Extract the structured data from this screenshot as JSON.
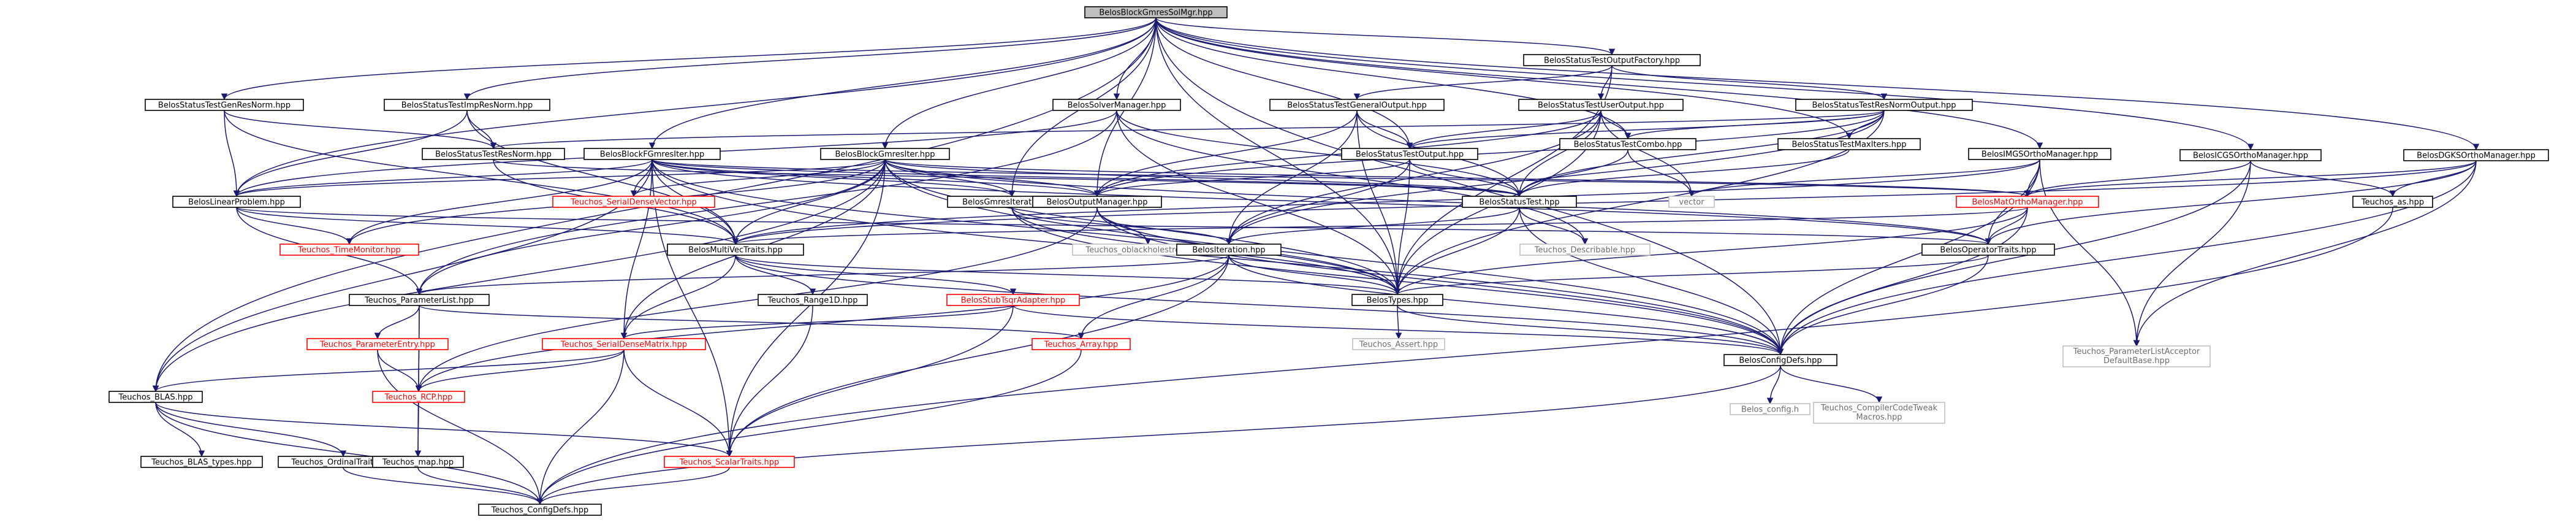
{
  "diagram": {
    "nodes": [
      {
        "id": "root",
        "label": "BelosBlockGmresSolMgr.hpp",
        "kind": "root"
      },
      {
        "id": "genResNorm",
        "label": "BelosStatusTestGenResNorm.hpp",
        "kind": "linked"
      },
      {
        "id": "impResNorm",
        "label": "BelosStatusTestImpResNorm.hpp",
        "kind": "linked"
      },
      {
        "id": "solverManager",
        "label": "BelosSolverManager.hpp",
        "kind": "linked"
      },
      {
        "id": "outputFactory",
        "label": "BelosStatusTestOutputFactory.hpp",
        "kind": "linked"
      },
      {
        "id": "generalOutput",
        "label": "BelosStatusTestGeneralOutput.hpp",
        "kind": "linked"
      },
      {
        "id": "userOutput",
        "label": "BelosStatusTestUserOutput.hpp",
        "kind": "linked"
      },
      {
        "id": "resNormOutput",
        "label": "BelosStatusTestResNormOutput.hpp",
        "kind": "linked"
      },
      {
        "id": "icgs",
        "label": "BelosICGSOrthoManager.hpp",
        "kind": "linked"
      },
      {
        "id": "dgks",
        "label": "BelosDGKSOrthoManager.hpp",
        "kind": "linked"
      },
      {
        "id": "resNorm",
        "label": "BelosStatusTestResNorm.hpp",
        "kind": "linked"
      },
      {
        "id": "blockFGmresIter",
        "label": "BelosBlockFGmresIter.hpp",
        "kind": "linked"
      },
      {
        "id": "blockGmresIter",
        "label": "BelosBlockGmresIter.hpp",
        "kind": "linked"
      },
      {
        "id": "testOutput",
        "label": "BelosStatusTestOutput.hpp",
        "kind": "linked"
      },
      {
        "id": "testCombo",
        "label": "BelosStatusTestCombo.hpp",
        "kind": "linked"
      },
      {
        "id": "maxIters",
        "label": "BelosStatusTestMaxIters.hpp",
        "kind": "linked"
      },
      {
        "id": "imgs",
        "label": "BelosIMGSOrthoManager.hpp",
        "kind": "linked"
      },
      {
        "id": "linearProblem",
        "label": "BelosLinearProblem.hpp",
        "kind": "linked"
      },
      {
        "id": "serialDenseVector",
        "label": "Teuchos_SerialDenseVector.hpp",
        "kind": "red"
      },
      {
        "id": "gmresIteration",
        "label": "BelosGmresIteration.hpp",
        "kind": "linked"
      },
      {
        "id": "outputManager",
        "label": "BelosOutputManager.hpp",
        "kind": "linked"
      },
      {
        "id": "statusTest",
        "label": "BelosStatusTest.hpp",
        "kind": "linked"
      },
      {
        "id": "vector",
        "label": "vector",
        "kind": "ext"
      },
      {
        "id": "matOrtho",
        "label": "BelosMatOrthoManager.hpp",
        "kind": "red"
      },
      {
        "id": "asHpp",
        "label": "Teuchos_as.hpp",
        "kind": "linked"
      },
      {
        "id": "timeMonitor",
        "label": "Teuchos_TimeMonitor.hpp",
        "kind": "red"
      },
      {
        "id": "multiVecTraits",
        "label": "BelosMultiVecTraits.hpp",
        "kind": "linked"
      },
      {
        "id": "oblackhole",
        "label": "Teuchos_oblackholestream.hpp",
        "kind": "ext"
      },
      {
        "id": "iteration",
        "label": "BelosIteration.hpp",
        "kind": "linked"
      },
      {
        "id": "describable",
        "label": "Teuchos_Describable.hpp",
        "kind": "ext"
      },
      {
        "id": "operatorTraits",
        "label": "BelosOperatorTraits.hpp",
        "kind": "linked"
      },
      {
        "id": "parameterList",
        "label": "Teuchos_ParameterList.hpp",
        "kind": "linked"
      },
      {
        "id": "rangeId",
        "label": "Teuchos_Range1D.hpp",
        "kind": "linked"
      },
      {
        "id": "stubTsqr",
        "label": "BelosStubTsqrAdapter.hpp",
        "kind": "red"
      },
      {
        "id": "types",
        "label": "BelosTypes.hpp",
        "kind": "linked"
      },
      {
        "id": "parameterEntry",
        "label": "Teuchos_ParameterEntry.hpp",
        "kind": "red"
      },
      {
        "id": "serialDenseMatrix",
        "label": "Teuchos_SerialDenseMatrix.hpp",
        "kind": "red"
      },
      {
        "id": "arrayHpp",
        "label": "Teuchos_Array.hpp",
        "kind": "red"
      },
      {
        "id": "asset",
        "label": "Teuchos_Assert.hpp",
        "kind": "ext"
      },
      {
        "id": "configDefs",
        "label": "BelosConfigDefs.hpp",
        "kind": "linked"
      },
      {
        "id": "plAcceptor",
        "label": "Teuchos_ParameterListAcceptor DefaultBase.hpp",
        "kind": "ext"
      },
      {
        "id": "blas",
        "label": "Teuchos_BLAS.hpp",
        "kind": "linked"
      },
      {
        "id": "rcp",
        "label": "Teuchos_RCP.hpp",
        "kind": "red"
      },
      {
        "id": "belosConfig",
        "label": "Belos_config.h",
        "kind": "ext"
      },
      {
        "id": "compilerTweak",
        "label": "Teuchos_CompilerCodeTweak Macros.hpp",
        "kind": "ext"
      },
      {
        "id": "blasTypes",
        "label": "Teuchos_BLAS_types.hpp",
        "kind": "linked"
      },
      {
        "id": "ordinalTraits",
        "label": "Teuchos_OrdinalTraits.hpp",
        "kind": "linked"
      },
      {
        "id": "mapHpp",
        "label": "Teuchos_map.hpp",
        "kind": "linked"
      },
      {
        "id": "scalarTraits",
        "label": "Teuchos_ScalarTraits.hpp",
        "kind": "red"
      },
      {
        "id": "teuchosConfigDefs",
        "label": "Teuchos_ConfigDefs.hpp",
        "kind": "linked"
      }
    ],
    "edges": [
      [
        "root",
        "genResNorm"
      ],
      [
        "root",
        "impResNorm"
      ],
      [
        "root",
        "solverManager"
      ],
      [
        "root",
        "outputFactory"
      ],
      [
        "root",
        "icgs"
      ],
      [
        "root",
        "dgks"
      ],
      [
        "root",
        "imgs"
      ],
      [
        "root",
        "blockFGmresIter"
      ],
      [
        "root",
        "blockGmresIter"
      ],
      [
        "root",
        "testOutput"
      ],
      [
        "root",
        "testCombo"
      ],
      [
        "root",
        "maxIters"
      ],
      [
        "root",
        "linearProblem"
      ],
      [
        "root",
        "outputManager"
      ],
      [
        "root",
        "types"
      ],
      [
        "root",
        "configDefs"
      ],
      [
        "root",
        "blas"
      ],
      [
        "root",
        "gmresIteration"
      ],
      [
        "genResNorm",
        "linearProblem"
      ],
      [
        "genResNorm",
        "resNorm"
      ],
      [
        "genResNorm",
        "multiVecTraits"
      ],
      [
        "impResNorm",
        "resNorm"
      ],
      [
        "impResNorm",
        "linearProblem"
      ],
      [
        "impResNorm",
        "multiVecTraits"
      ],
      [
        "solverManager",
        "linearProblem"
      ],
      [
        "solverManager",
        "types"
      ],
      [
        "solverManager",
        "parameterList"
      ],
      [
        "solverManager",
        "describable"
      ],
      [
        "solverManager",
        "statusTest"
      ],
      [
        "outputFactory",
        "generalOutput"
      ],
      [
        "outputFactory",
        "userOutput"
      ],
      [
        "outputFactory",
        "resNormOutput"
      ],
      [
        "outputFactory",
        "types"
      ],
      [
        "generalOutput",
        "testOutput"
      ],
      [
        "generalOutput",
        "outputManager"
      ],
      [
        "generalOutput",
        "iteration"
      ],
      [
        "generalOutput",
        "statusTest"
      ],
      [
        "generalOutput",
        "types"
      ],
      [
        "userOutput",
        "testOutput"
      ],
      [
        "userOutput",
        "testCombo"
      ],
      [
        "userOutput",
        "statusTest"
      ],
      [
        "userOutput",
        "iteration"
      ],
      [
        "userOutput",
        "types"
      ],
      [
        "userOutput",
        "vector"
      ],
      [
        "userOutput",
        "outputManager"
      ],
      [
        "resNormOutput",
        "testOutput"
      ],
      [
        "resNormOutput",
        "testCombo"
      ],
      [
        "resNormOutput",
        "maxIters"
      ],
      [
        "resNormOutput",
        "resNorm"
      ],
      [
        "resNormOutput",
        "statusTest"
      ],
      [
        "resNormOutput",
        "iteration"
      ],
      [
        "resNormOutput",
        "types"
      ],
      [
        "resNormOutput",
        "outputManager"
      ],
      [
        "icgs",
        "matOrtho"
      ],
      [
        "icgs",
        "asHpp"
      ],
      [
        "icgs",
        "configDefs"
      ],
      [
        "icgs",
        "plAcceptor"
      ],
      [
        "dgks",
        "matOrtho"
      ],
      [
        "dgks",
        "asHpp"
      ],
      [
        "dgks",
        "configDefs"
      ],
      [
        "dgks",
        "plAcceptor"
      ],
      [
        "dgks",
        "multiVecTraits"
      ],
      [
        "dgks",
        "operatorTraits"
      ],
      [
        "imgs",
        "matOrtho"
      ],
      [
        "imgs",
        "configDefs"
      ],
      [
        "imgs",
        "multiVecTraits"
      ],
      [
        "imgs",
        "operatorTraits"
      ],
      [
        "imgs",
        "plAcceptor"
      ],
      [
        "imgs",
        "vector"
      ],
      [
        "resNorm",
        "statusTest"
      ],
      [
        "resNorm",
        "multiVecTraits"
      ],
      [
        "blockFGmresIter",
        "linearProblem"
      ],
      [
        "blockFGmresIter",
        "serialDenseVector"
      ],
      [
        "blockFGmresIter",
        "gmresIteration"
      ],
      [
        "blockFGmresIter",
        "multiVecTraits"
      ],
      [
        "blockFGmresIter",
        "timeMonitor"
      ],
      [
        "blockFGmresIter",
        "serialDenseMatrix"
      ],
      [
        "blockFGmresIter",
        "blas"
      ],
      [
        "blockFGmresIter",
        "scalarTraits"
      ],
      [
        "blockFGmresIter",
        "matOrtho"
      ],
      [
        "blockFGmresIter",
        "outputManager"
      ],
      [
        "blockFGmresIter",
        "statusTest"
      ],
      [
        "blockFGmresIter",
        "operatorTraits"
      ],
      [
        "blockFGmresIter",
        "types"
      ],
      [
        "blockFGmresIter",
        "configDefs"
      ],
      [
        "blockGmresIter",
        "linearProblem"
      ],
      [
        "blockGmresIter",
        "serialDenseVector"
      ],
      [
        "blockGmresIter",
        "gmresIteration"
      ],
      [
        "blockGmresIter",
        "multiVecTraits"
      ],
      [
        "blockGmresIter",
        "timeMonitor"
      ],
      [
        "blockGmresIter",
        "serialDenseMatrix"
      ],
      [
        "blockGmresIter",
        "blas"
      ],
      [
        "blockGmresIter",
        "scalarTraits"
      ],
      [
        "blockGmresIter",
        "matOrtho"
      ],
      [
        "blockGmresIter",
        "outputManager"
      ],
      [
        "blockGmresIter",
        "statusTest"
      ],
      [
        "blockGmresIter",
        "operatorTraits"
      ],
      [
        "blockGmresIter",
        "types"
      ],
      [
        "blockGmresIter",
        "configDefs"
      ],
      [
        "blockGmresIter",
        "parameterList"
      ],
      [
        "testOutput",
        "statusTest"
      ],
      [
        "testOutput",
        "iteration"
      ],
      [
        "testOutput",
        "outputManager"
      ],
      [
        "testOutput",
        "types"
      ],
      [
        "testCombo",
        "statusTest"
      ],
      [
        "testCombo",
        "vector"
      ],
      [
        "maxIters",
        "statusTest"
      ],
      [
        "linearProblem",
        "multiVecTraits"
      ],
      [
        "linearProblem",
        "operatorTraits"
      ],
      [
        "linearProblem",
        "timeMonitor"
      ],
      [
        "linearProblem",
        "parameterList"
      ],
      [
        "gmresIteration",
        "iteration"
      ],
      [
        "gmresIteration",
        "types"
      ],
      [
        "gmresIteration",
        "configDefs"
      ],
      [
        "outputManager",
        "types"
      ],
      [
        "outputManager",
        "oblackhole"
      ],
      [
        "outputManager",
        "configDefs"
      ],
      [
        "outputManager",
        "rcp"
      ],
      [
        "statusTest",
        "types"
      ],
      [
        "statusTest",
        "iteration"
      ],
      [
        "statusTest",
        "describable"
      ],
      [
        "statusTest",
        "configDefs"
      ],
      [
        "matOrtho",
        "multiVecTraits"
      ],
      [
        "matOrtho",
        "operatorTraits"
      ],
      [
        "matOrtho",
        "types"
      ],
      [
        "matOrtho",
        "configDefs"
      ],
      [
        "asHpp",
        "teuchosConfigDefs"
      ],
      [
        "multiVecTraits",
        "types"
      ],
      [
        "multiVecTraits",
        "rangeId"
      ],
      [
        "multiVecTraits",
        "stubTsqr"
      ],
      [
        "multiVecTraits",
        "serialDenseMatrix"
      ],
      [
        "multiVecTraits",
        "configDefs"
      ],
      [
        "iteration",
        "types"
      ],
      [
        "iteration",
        "parameterList"
      ],
      [
        "iteration",
        "configDefs"
      ],
      [
        "iteration",
        "arrayHpp"
      ],
      [
        "iteration",
        "rcp"
      ],
      [
        "iteration",
        "scalarTraits"
      ],
      [
        "operatorTraits",
        "types"
      ],
      [
        "operatorTraits",
        "configDefs"
      ],
      [
        "parameterList",
        "parameterEntry"
      ],
      [
        "parameterList",
        "rcp"
      ],
      [
        "parameterList",
        "mapHpp"
      ],
      [
        "parameterList",
        "arrayHpp"
      ],
      [
        "rangeId",
        "scalarTraits"
      ],
      [
        "stubTsqr",
        "serialDenseMatrix"
      ],
      [
        "stubTsqr",
        "scalarTraits"
      ],
      [
        "stubTsqr",
        "configDefs"
      ],
      [
        "types",
        "asset"
      ],
      [
        "types",
        "configDefs"
      ],
      [
        "parameterEntry",
        "rcp"
      ],
      [
        "parameterEntry",
        "teuchosConfigDefs"
      ],
      [
        "serialDenseMatrix",
        "blas"
      ],
      [
        "serialDenseMatrix",
        "scalarTraits"
      ],
      [
        "serialDenseMatrix",
        "rcp"
      ],
      [
        "serialDenseMatrix",
        "teuchosConfigDefs"
      ],
      [
        "arrayHpp",
        "teuchosConfigDefs"
      ],
      [
        "configDefs",
        "belosConfig"
      ],
      [
        "configDefs",
        "compilerTweak"
      ],
      [
        "configDefs",
        "teuchosConfigDefs"
      ],
      [
        "blas",
        "blasTypes"
      ],
      [
        "blas",
        "ordinalTraits"
      ],
      [
        "blas",
        "scalarTraits"
      ],
      [
        "blas",
        "teuchosConfigDefs"
      ],
      [
        "rcp",
        "mapHpp"
      ],
      [
        "mapHpp",
        "teuchosConfigDefs"
      ],
      [
        "ordinalTraits",
        "teuchosConfigDefs"
      ],
      [
        "scalarTraits",
        "teuchosConfigDefs"
      ]
    ]
  }
}
